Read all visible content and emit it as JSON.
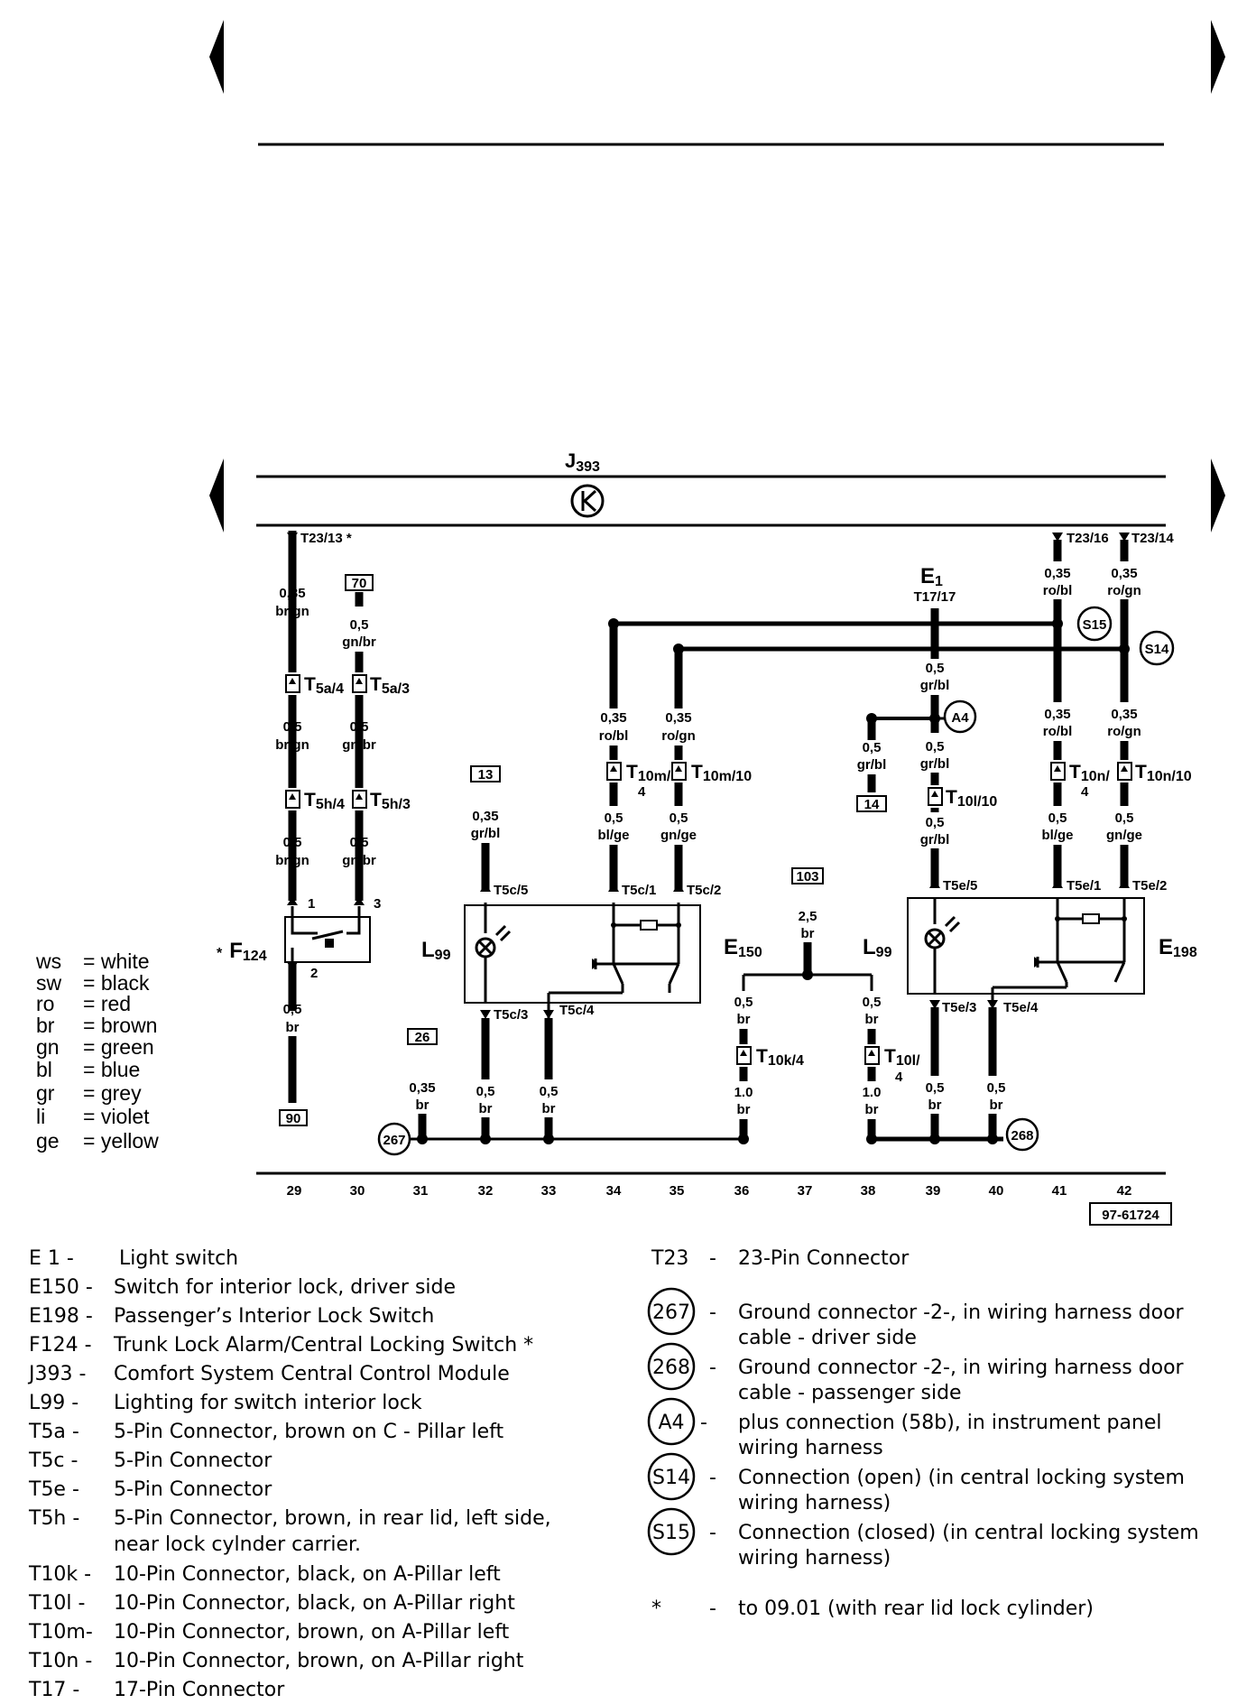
{
  "title": "J393",
  "diagram_id": "97-61724",
  "columns": [
    "29",
    "30",
    "31",
    "32",
    "33",
    "34",
    "35",
    "36",
    "37",
    "38",
    "39",
    "40",
    "41",
    "42"
  ],
  "wires": {
    "w29": [
      "0,35",
      "br/gn"
    ],
    "w29b": [
      "0,5",
      "br/gn"
    ],
    "w29c": [
      "0,5",
      "br/gn"
    ],
    "w29d": [
      "0,5",
      "br"
    ],
    "w30": [
      "0,5",
      "gn/br"
    ],
    "w30b": [
      "0,5",
      "gn/br"
    ],
    "w30c": [
      "0,5",
      "gn/br"
    ],
    "w31": [
      "0,35",
      "br"
    ],
    "w32a": [
      "0,35",
      "gr/bl"
    ],
    "w32b": [
      "0,5",
      "br"
    ],
    "w33": [
      "0,5",
      "br"
    ],
    "w34a": [
      "0,35",
      "ro/bl"
    ],
    "w34b": [
      "0,5",
      "bl/ge"
    ],
    "w35a": [
      "0,35",
      "ro/gn"
    ],
    "w35b": [
      "0,5",
      "gn/ge"
    ],
    "w36a": [
      "0,5",
      "br"
    ],
    "w36b": [
      "1.0",
      "br"
    ],
    "w37": [
      "2,5",
      "br"
    ],
    "w38a": [
      "0,5",
      "br"
    ],
    "w38b": [
      "1.0",
      "br"
    ],
    "w38t": [
      "0,5",
      "gr/bl"
    ],
    "w39a": [
      "0,5",
      "gr/bl"
    ],
    "w39b": [
      "0,5",
      "gr/bl"
    ],
    "w39c": [
      "0,5",
      "gr/bl"
    ],
    "w39d": [
      "0,5",
      "br"
    ],
    "w40": [
      "0,5",
      "br"
    ],
    "w41a": [
      "0,35",
      "ro/bl"
    ],
    "w41b": [
      "0,35",
      "ro/bl"
    ],
    "w41c": [
      "0,5",
      "bl/ge"
    ],
    "w42a": [
      "0,35",
      "ro/gn"
    ],
    "w42b": [
      "0,35",
      "ro/gn"
    ],
    "w42c": [
      "0,5",
      "gn/ge"
    ]
  },
  "pins": {
    "p29": "T23/13 *",
    "p41": "T23/16",
    "p42": "T23/14",
    "t5c5": "T5c/5",
    "t5c1": "T5c/1",
    "t5c2": "T5c/2",
    "t5c3": "T5c/3",
    "t5c4": "T5c/4",
    "t5e5": "T5e/5",
    "t5e1": "T5e/1",
    "t5e2": "T5e/2",
    "t5e3": "T5e/3",
    "t5e4": "T5e/4",
    "e1pin": "T17/17",
    "f124p1": "1",
    "f124p2": "2",
    "f124p3": "3"
  },
  "connectors": {
    "c29a": {
      "main": "T",
      "sub": "5a/4"
    },
    "c30a": {
      "main": "T",
      "sub": "5a/3"
    },
    "c29b": {
      "main": "T",
      "sub": "5h/4"
    },
    "c30b": {
      "main": "T",
      "sub": "5h/3"
    },
    "c34": {
      "main": "T",
      "sub": "10m/",
      "line2": "4"
    },
    "c35": {
      "main": "T",
      "sub": "10m/10"
    },
    "c36": {
      "main": "T",
      "sub": "10k/4"
    },
    "c38": {
      "main": "T",
      "sub": "10l/",
      "line2": "4"
    },
    "c39": {
      "main": "T",
      "sub": "10l/10"
    },
    "c41": {
      "main": "T",
      "sub": "10n/",
      "line2": "4"
    },
    "c42": {
      "main": "T",
      "sub": "10n/10"
    }
  },
  "refs": {
    "r70": "70",
    "r90": "90",
    "r13": "13",
    "r26": "26",
    "r14": "14",
    "r103": "103"
  },
  "circles": {
    "s15": "S15",
    "s14": "S14",
    "a4": "A4",
    "g267": "267",
    "g268": "268"
  },
  "components": {
    "j393": {
      "main": "J",
      "sub": "393"
    },
    "e1": {
      "main": "E",
      "sub": "1"
    },
    "f124": {
      "main": "F",
      "sub": "124",
      "prefix": "*"
    },
    "l99a": {
      "main": "L",
      "sub": "99"
    },
    "l99b": {
      "main": "L",
      "sub": "99"
    },
    "e150": {
      "main": "E",
      "sub": "150"
    },
    "e198": {
      "main": "E",
      "sub": "198"
    }
  },
  "color_codes": [
    {
      "abbr": "ws",
      "name": "white"
    },
    {
      "abbr": "sw",
      "name": "black"
    },
    {
      "abbr": "ro",
      "name": "red"
    },
    {
      "abbr": "br",
      "name": "brown"
    },
    {
      "abbr": "gn",
      "name": "green"
    },
    {
      "abbr": "bl",
      "name": "blue"
    },
    {
      "abbr": "gr",
      "name": "grey"
    },
    {
      "abbr": "li",
      "name": "violet"
    },
    {
      "abbr": "ge",
      "name": "yellow"
    }
  ],
  "legend_left": [
    {
      "code": "E  1 -",
      "desc": "Light switch"
    },
    {
      "code": "E150 -",
      "desc": "Switch for interior lock, driver side"
    },
    {
      "code": "E198 -",
      "desc": "Passenger’s Interior Lock Switch"
    },
    {
      "code": "F124 -",
      "desc": "Trunk Lock Alarm/Central Locking Switch *"
    },
    {
      "code": "J393 -",
      "desc": "Comfort System Central Control Module"
    },
    {
      "code": "L99  -",
      "desc": "Lighting for switch interior lock"
    },
    {
      "code": "T5a  -",
      "desc": "5-Pin Connector, brown on C - Pillar left"
    },
    {
      "code": "T5c  -",
      "desc": "5-Pin Connector"
    },
    {
      "code": "T5e  -",
      "desc": "5-Pin Connector"
    },
    {
      "code": "T5h  -",
      "desc": "5-Pin Connector, brown, in rear lid, left side,",
      "desc2": "near lock cylnder carrier."
    },
    {
      "code": "T10k -",
      "desc": "10-Pin Connector, black, on A-Pillar left"
    },
    {
      "code": "T10l  -",
      "desc": "10-Pin Connector, black, on A-Pillar right"
    },
    {
      "code": "T10m-",
      "desc": "10-Pin Connector, brown, on A-Pillar left"
    },
    {
      "code": "T10n -",
      "desc": "10-Pin Connector, brown, on A-Pillar right"
    },
    {
      "code": "T17  -",
      "desc": "17-Pin Connector"
    }
  ],
  "legend_right": [
    {
      "code": "T23",
      "desc": "23-Pin Connector"
    },
    {
      "circle": "267",
      "desc": "Ground connector -2-, in wiring harness door",
      "desc2": "cable - driver side"
    },
    {
      "circle": "268",
      "desc": "Ground connector -2-, in wiring harness door",
      "desc2": "cable - passenger side"
    },
    {
      "circle": "A4",
      "desc": " plus connection (58b), in instrument panel",
      "desc2": "wiring harness"
    },
    {
      "circle": "S14",
      "desc": "Connection (open) (in central locking system",
      "desc2": "wiring harness)"
    },
    {
      "circle": "S15",
      "desc": "Connection (closed) (in central locking system",
      "desc2": "wiring harness)"
    },
    {
      "code": "*",
      "desc": "to 09.01 (with rear lid lock cylinder)"
    }
  ]
}
